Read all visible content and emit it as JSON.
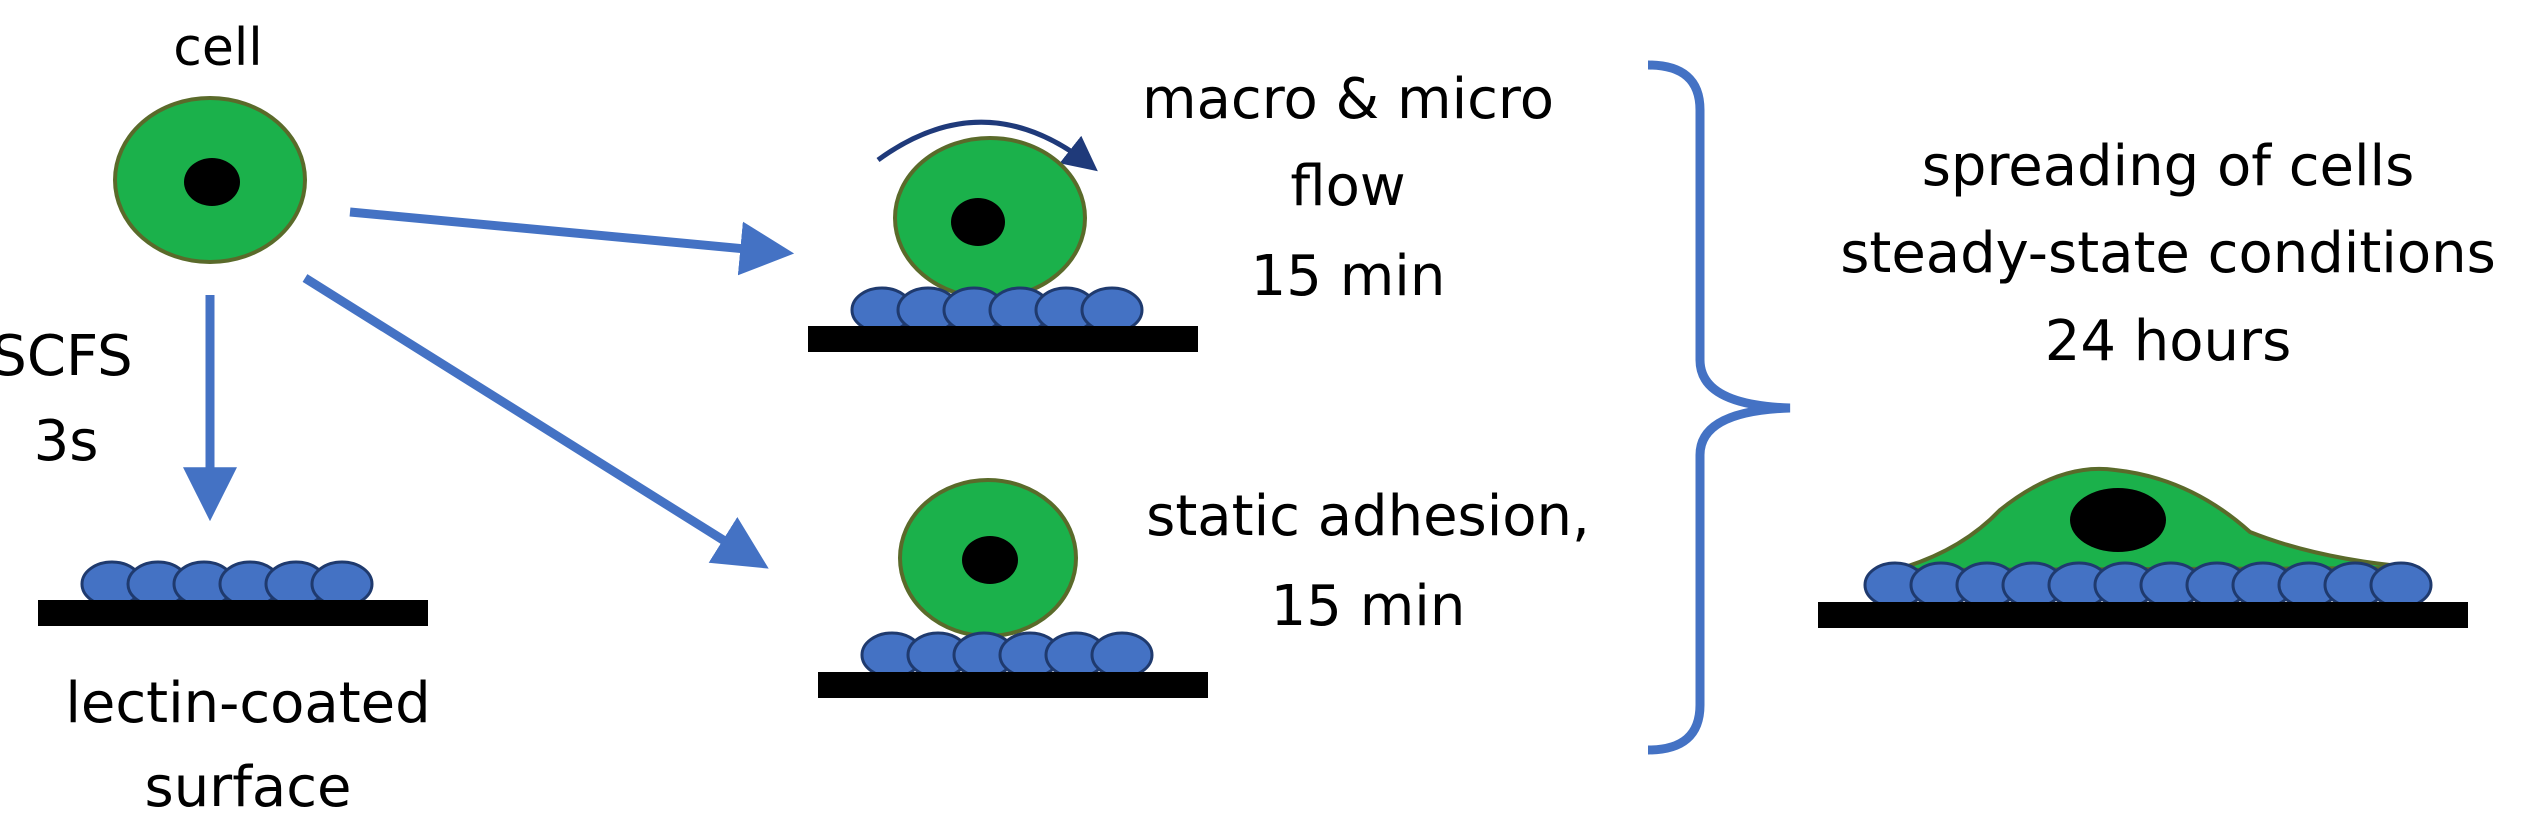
{
  "labels": {
    "cell": "cell",
    "scfs_line1": "SCFS",
    "scfs_line2": "3s",
    "surface_line1": "lectin-coated",
    "surface_line2": "surface",
    "flow_line1": "macro & micro",
    "flow_line2": "flow",
    "flow_line3": "15 min",
    "static_line1": "static adhesion,",
    "static_line2": "15 min",
    "spread_line1": "spreading of cells",
    "spread_line2": "steady-state conditions",
    "spread_line3": "24 hours"
  },
  "colors": {
    "cell_fill": "#1bb14b",
    "cell_stroke": "#5a6a2a",
    "nucleus": "#000000",
    "lectin_fill": "#4472c4",
    "lectin_stroke": "#1f3a6e",
    "substrate": "#000000",
    "arrow": "#4472c4",
    "flow_arrow": "#1f3a7a",
    "bracket": "#4472c4"
  },
  "icons": {
    "cell": "cell-icon",
    "lectin_layer": "lectin-layer-icon",
    "spread_cell": "spread-cell-icon"
  }
}
